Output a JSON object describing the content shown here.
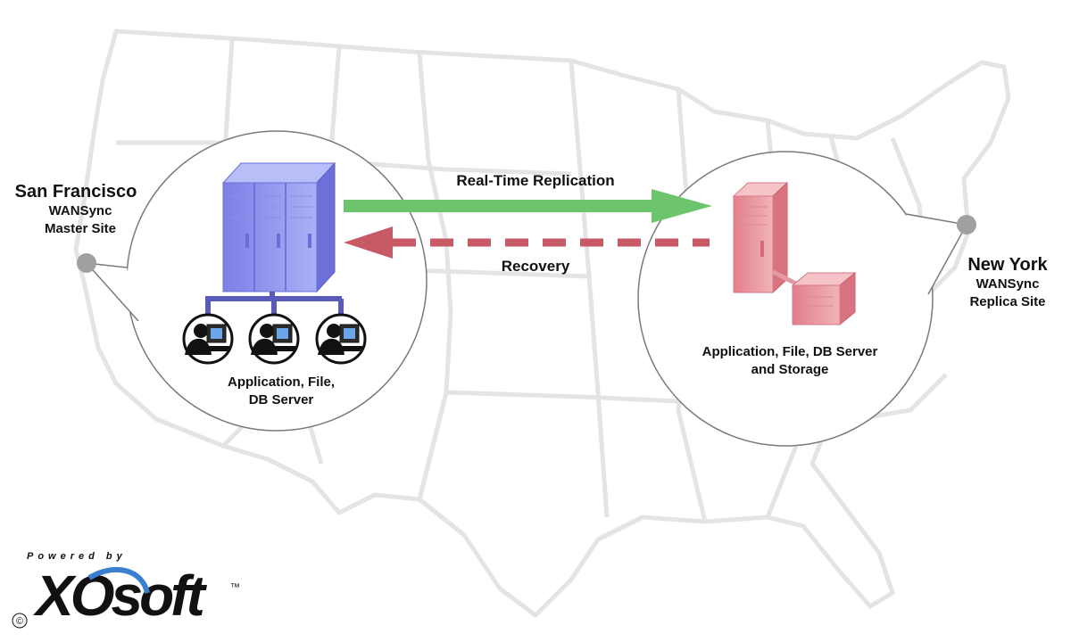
{
  "master_site": {
    "city": "San Francisco",
    "product": "WANSync",
    "role": "Master Site",
    "server_caption_line1": "Application, File,",
    "server_caption_line2": "DB Server",
    "server_color": "#8c8cf0",
    "user_count": 3
  },
  "replica_site": {
    "city": "New York",
    "product": "WANSync",
    "role": "Replica Site",
    "server_caption_line1": "Application, File, DB Server",
    "server_caption_line2": "and Storage",
    "server_color": "#e8909a"
  },
  "flows": {
    "replication_label": "Real-Time Replication",
    "replication_color": "#6cc56c",
    "recovery_label": "Recovery",
    "recovery_color": "#c85a66"
  },
  "branding": {
    "powered_by": "Powered by",
    "logo_text": "XOsoft",
    "trademark": "™",
    "copyright": "©"
  }
}
